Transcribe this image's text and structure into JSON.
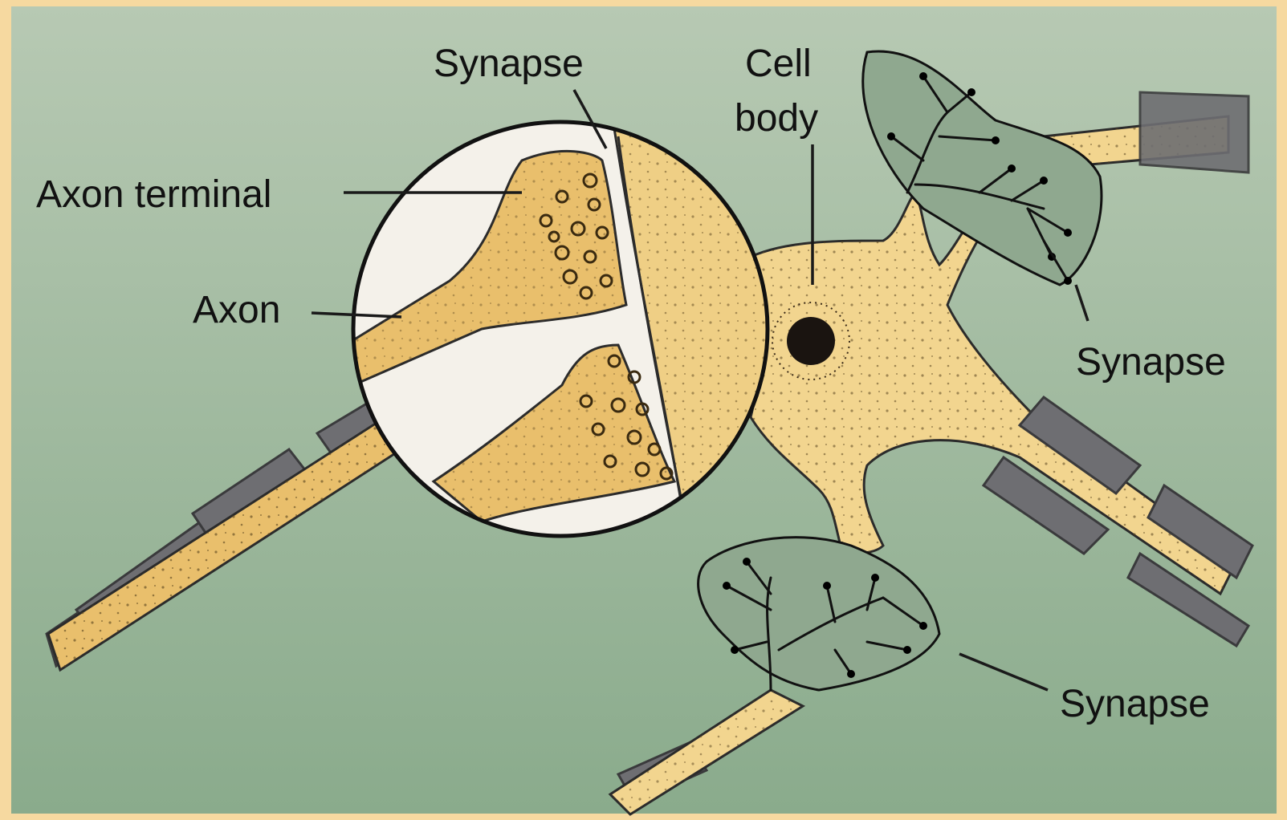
{
  "labels": {
    "synapse_top": "Synapse",
    "cell_body_line1": "Cell",
    "cell_body_line2": "body",
    "axon_terminal": "Axon terminal",
    "axon": "Axon",
    "synapse_right": "Synapse",
    "synapse_bottom": "Synapse"
  },
  "colors": {
    "background": "#9bb49a",
    "frame": "#f6d9a0",
    "fiber": "#e9bf6c",
    "myelin": "#6e6e72"
  }
}
